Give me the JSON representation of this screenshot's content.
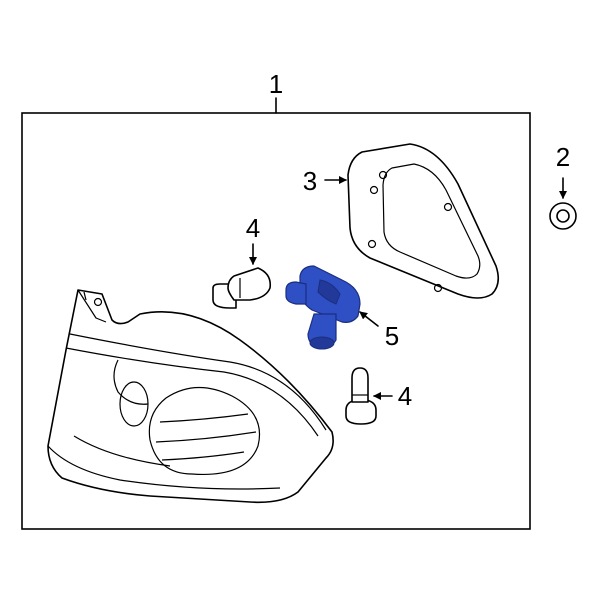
{
  "callouts": {
    "assembly": "1",
    "nut": "2",
    "gasket": "3",
    "bolt_left": "4",
    "bolt_right": "4",
    "socket": "5"
  },
  "colors": {
    "highlight": "#2f4fc4",
    "line": "#000000",
    "background": "#ffffff"
  }
}
